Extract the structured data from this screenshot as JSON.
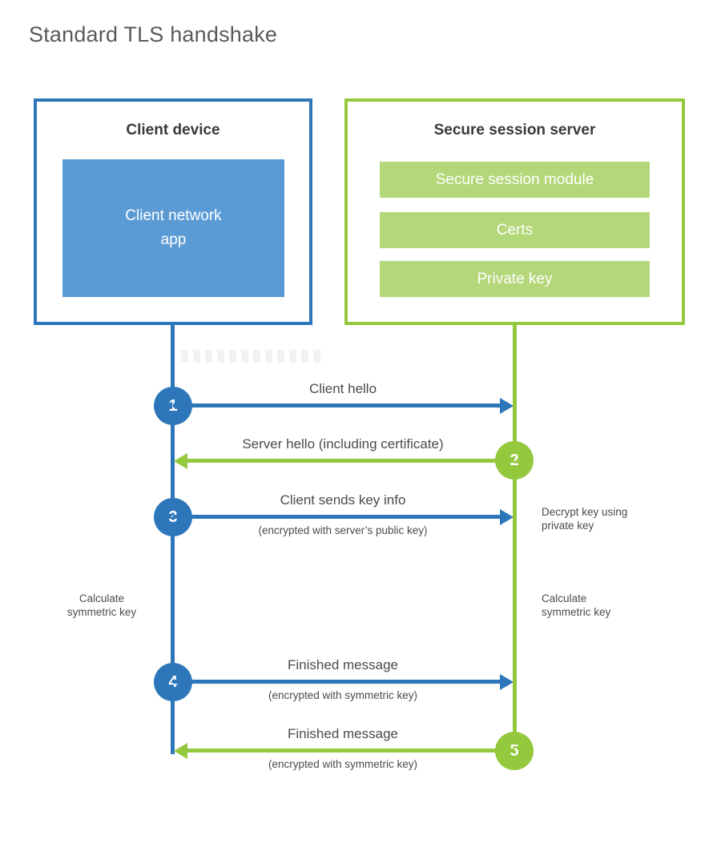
{
  "title": "Standard TLS handshake",
  "colors": {
    "blue": "#2d76ba",
    "blue_light": "#5b9bd5",
    "green": "#94c83d",
    "green_light": "#b3d779",
    "heading_text": "#3a3a3c",
    "label_text": "#4b4b4d",
    "title_text": "#58595c"
  },
  "client_box": {
    "title": "Client device",
    "app_label": "Client network\napp"
  },
  "server_box": {
    "title": "Secure session server",
    "modules": [
      "Secure session module",
      "Certs",
      "Private key"
    ]
  },
  "steps": [
    {
      "num": "1",
      "label": "Client hello",
      "direction": "right",
      "color": "blue"
    },
    {
      "num": "2",
      "label": "Server hello (including certificate)",
      "direction": "left",
      "color": "green"
    },
    {
      "num": "3",
      "label": "Client sends key info",
      "sub": "(encrypted with server’s public key)",
      "direction": "right",
      "color": "blue"
    },
    {
      "num": "4",
      "label": "Finished message",
      "sub": "(encrypted with symmetric key)",
      "direction": "right",
      "color": "blue"
    },
    {
      "num": "5",
      "label": "Finished message",
      "sub": "(encrypted with symmetric key)",
      "direction": "left",
      "color": "green"
    }
  ],
  "notes": {
    "decrypt": "Decrypt key using\nprivate key",
    "calc_left": "Calculate\nsymmetric key",
    "calc_right": "Calculate\nsymmetric key"
  }
}
